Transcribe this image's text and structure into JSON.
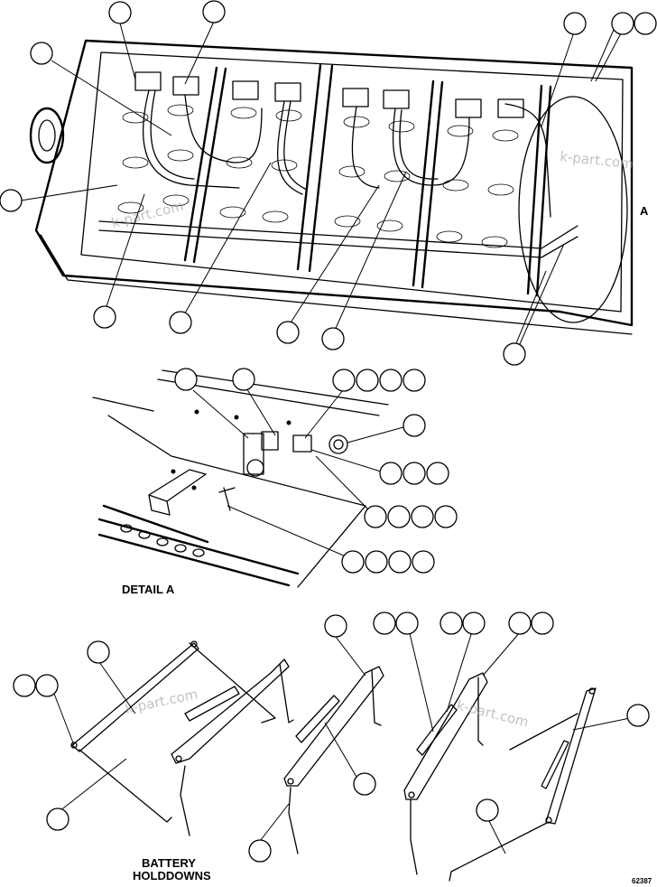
{
  "labels": {
    "detail_a": "DETAIL A",
    "detail_a_marker": "A",
    "battery_holddowns_line1": "BATTERY",
    "battery_holddowns_line2": "HOLDDOWNS",
    "figure_number": "62387"
  },
  "watermark": "k-part.com",
  "colors": {
    "line": "#000000",
    "background": "#ffffff",
    "watermark": "#9a9a9a"
  }
}
